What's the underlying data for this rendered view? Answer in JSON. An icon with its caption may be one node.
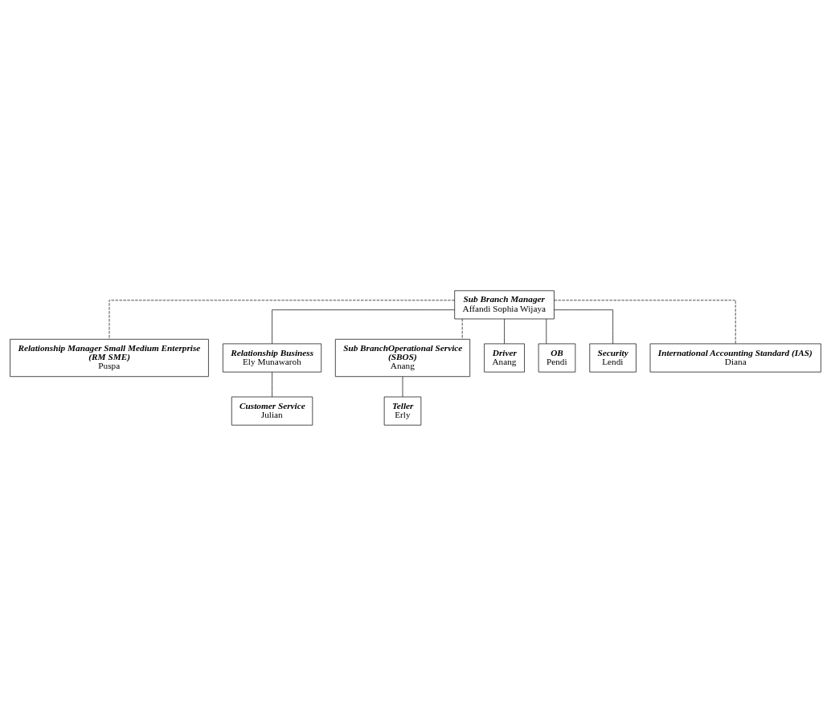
{
  "diagram": {
    "nodes": [
      {
        "text": [
          "Sub Branch Manager",
          "Affandi Sophia Wijaya"
        ]
      },
      {
        "text": [
          "Relationship Manager Small Medium Enterprise",
          "(RM SME)",
          "Puspa"
        ]
      },
      {
        "text": [
          "Relationship Business",
          "Ely Munawaroh"
        ]
      },
      {
        "text": [
          "Sub BranchOperational Service",
          "(SBOS)",
          "Anang"
        ]
      },
      {
        "text": [
          "Customer Service",
          "Julian"
        ]
      },
      {
        "text": [
          "Teller",
          "Erly"
        ]
      },
      {
        "text": [
          "Driver",
          "Anang"
        ]
      },
      {
        "text": [
          "OB",
          "Pendi"
        ]
      },
      {
        "text": [
          "Security",
          "Lendi"
        ]
      },
      {
        "text": [
          "International Accounting Standard (IAS)",
          "Diana"
        ]
      }
    ],
    "edges": [
      {
        "from": 0,
        "to": 1,
        "arrow": "none",
        "style": "dashed"
      },
      {
        "from": 0,
        "to": 2,
        "arrow": "none"
      },
      {
        "from": 0,
        "to": 3,
        "arrow": "none",
        "style": "dashed"
      },
      {
        "from": 0,
        "to": 6,
        "arrow": "none"
      },
      {
        "from": 0,
        "to": 7,
        "arrow": "none"
      },
      {
        "from": 0,
        "to": 8,
        "arrow": "none"
      },
      {
        "from": 0,
        "to": 9,
        "arrow": "none",
        "style": "dashed"
      },
      {
        "from": 2,
        "to": 4,
        "arrow": "none"
      },
      {
        "from": 3,
        "to": 5,
        "arrow": "none"
      }
    ]
  }
}
